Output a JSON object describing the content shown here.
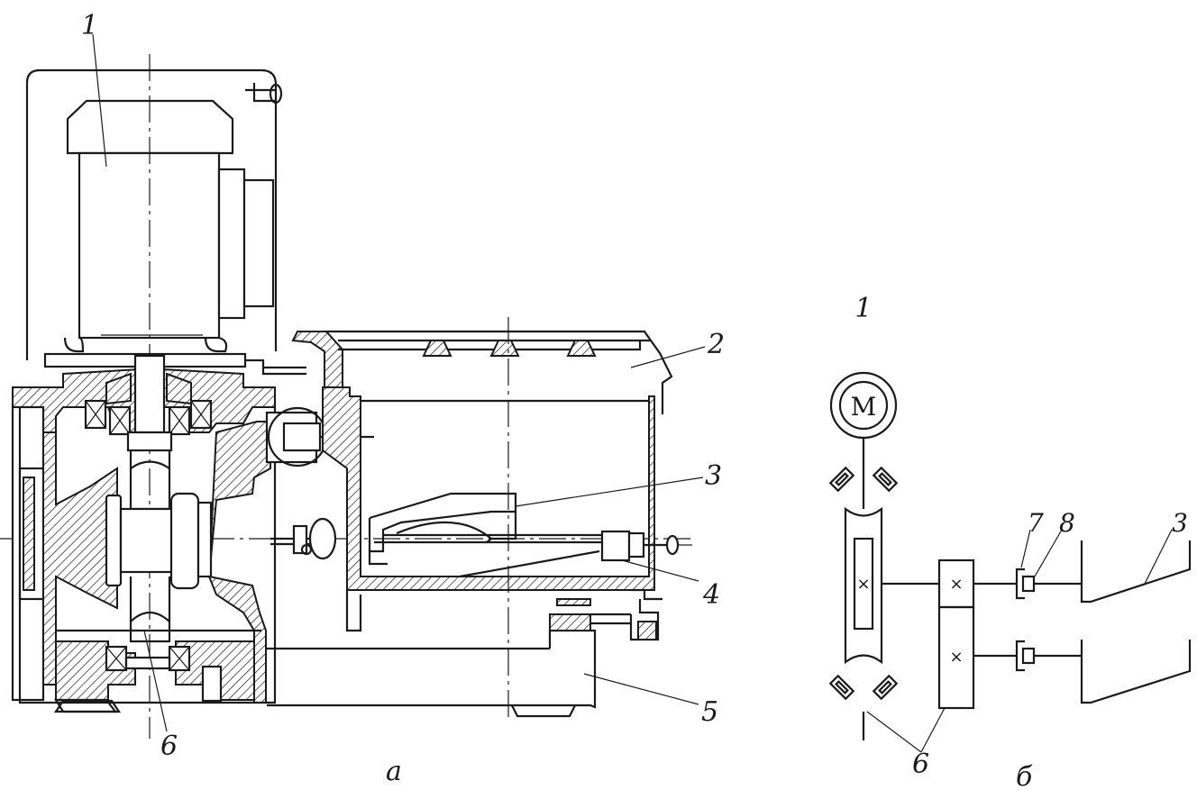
{
  "drawing_a": {
    "caption": "а",
    "callouts": {
      "c1": "1",
      "c2": "2",
      "c3": "3",
      "c4": "4",
      "c5": "5",
      "c6": "6"
    }
  },
  "drawing_b": {
    "caption": "б",
    "motor_symbol": "M",
    "gear_mark": "×",
    "callouts": {
      "c1": "1",
      "c3": "3",
      "c6": "6",
      "c7": "7",
      "c8": "8"
    }
  }
}
